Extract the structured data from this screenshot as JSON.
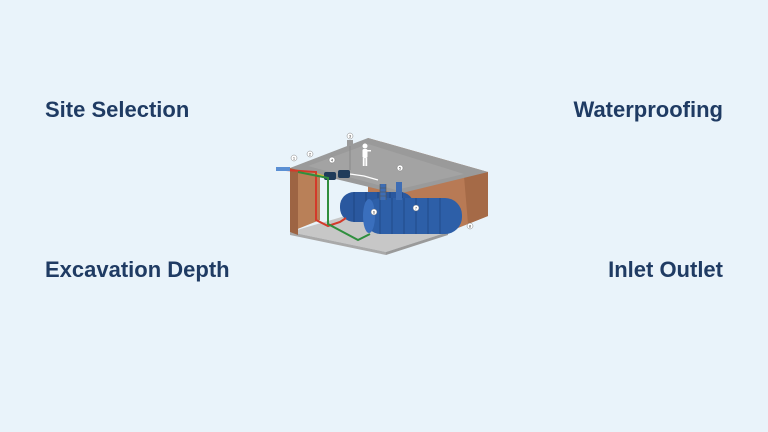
{
  "labels": {
    "site_selection": "Site Selection",
    "waterproofing": "Waterproofing",
    "excavation_depth": "Excavation Depth",
    "inlet_outlet": "Inlet Outlet"
  },
  "colors": {
    "background": "#e9f3fa",
    "label_text": "#1f3b63",
    "soil": "#b87a55",
    "tank": "#2d5fa8",
    "inlet_pipe": "#d33a2a",
    "outlet_pipe": "#2f8f3e",
    "slab": "#bdbdbd"
  },
  "diagram": {
    "callouts": [
      "1",
      "2",
      "3",
      "4",
      "5",
      "6",
      "7",
      "8"
    ]
  }
}
